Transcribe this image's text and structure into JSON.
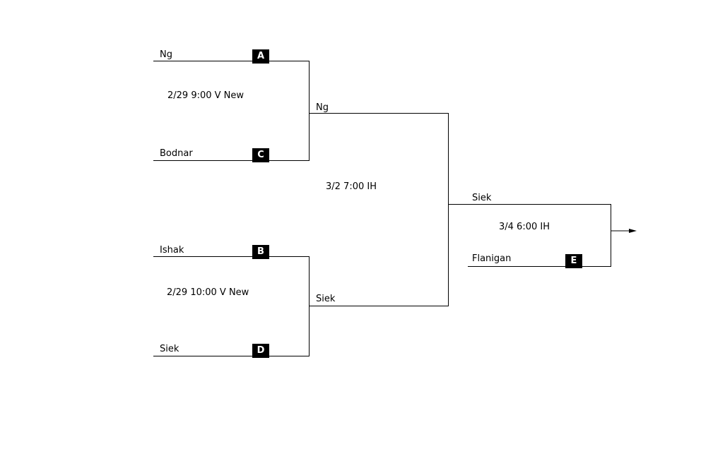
{
  "round1": {
    "top_match": {
      "slot1": {
        "name": "Ng",
        "seed": "A"
      },
      "slot2": {
        "name": "Bodnar",
        "seed": "C"
      },
      "game_info": "2/29 9:00 V New"
    },
    "bottom_match": {
      "slot1": {
        "name": "Ishak",
        "seed": "B"
      },
      "slot2": {
        "name": "Siek",
        "seed": "D"
      },
      "game_info": "2/29 10:00 V New"
    }
  },
  "round2": {
    "slot1": {
      "name": "Ng"
    },
    "slot2": {
      "name": "Siek"
    },
    "game_info": "3/2 7:00 IH"
  },
  "final": {
    "slot1": {
      "name": "Siek"
    },
    "slot2": {
      "name": "Flanigan",
      "seed": "E"
    },
    "game_info": "3/4 6:00 IH"
  }
}
